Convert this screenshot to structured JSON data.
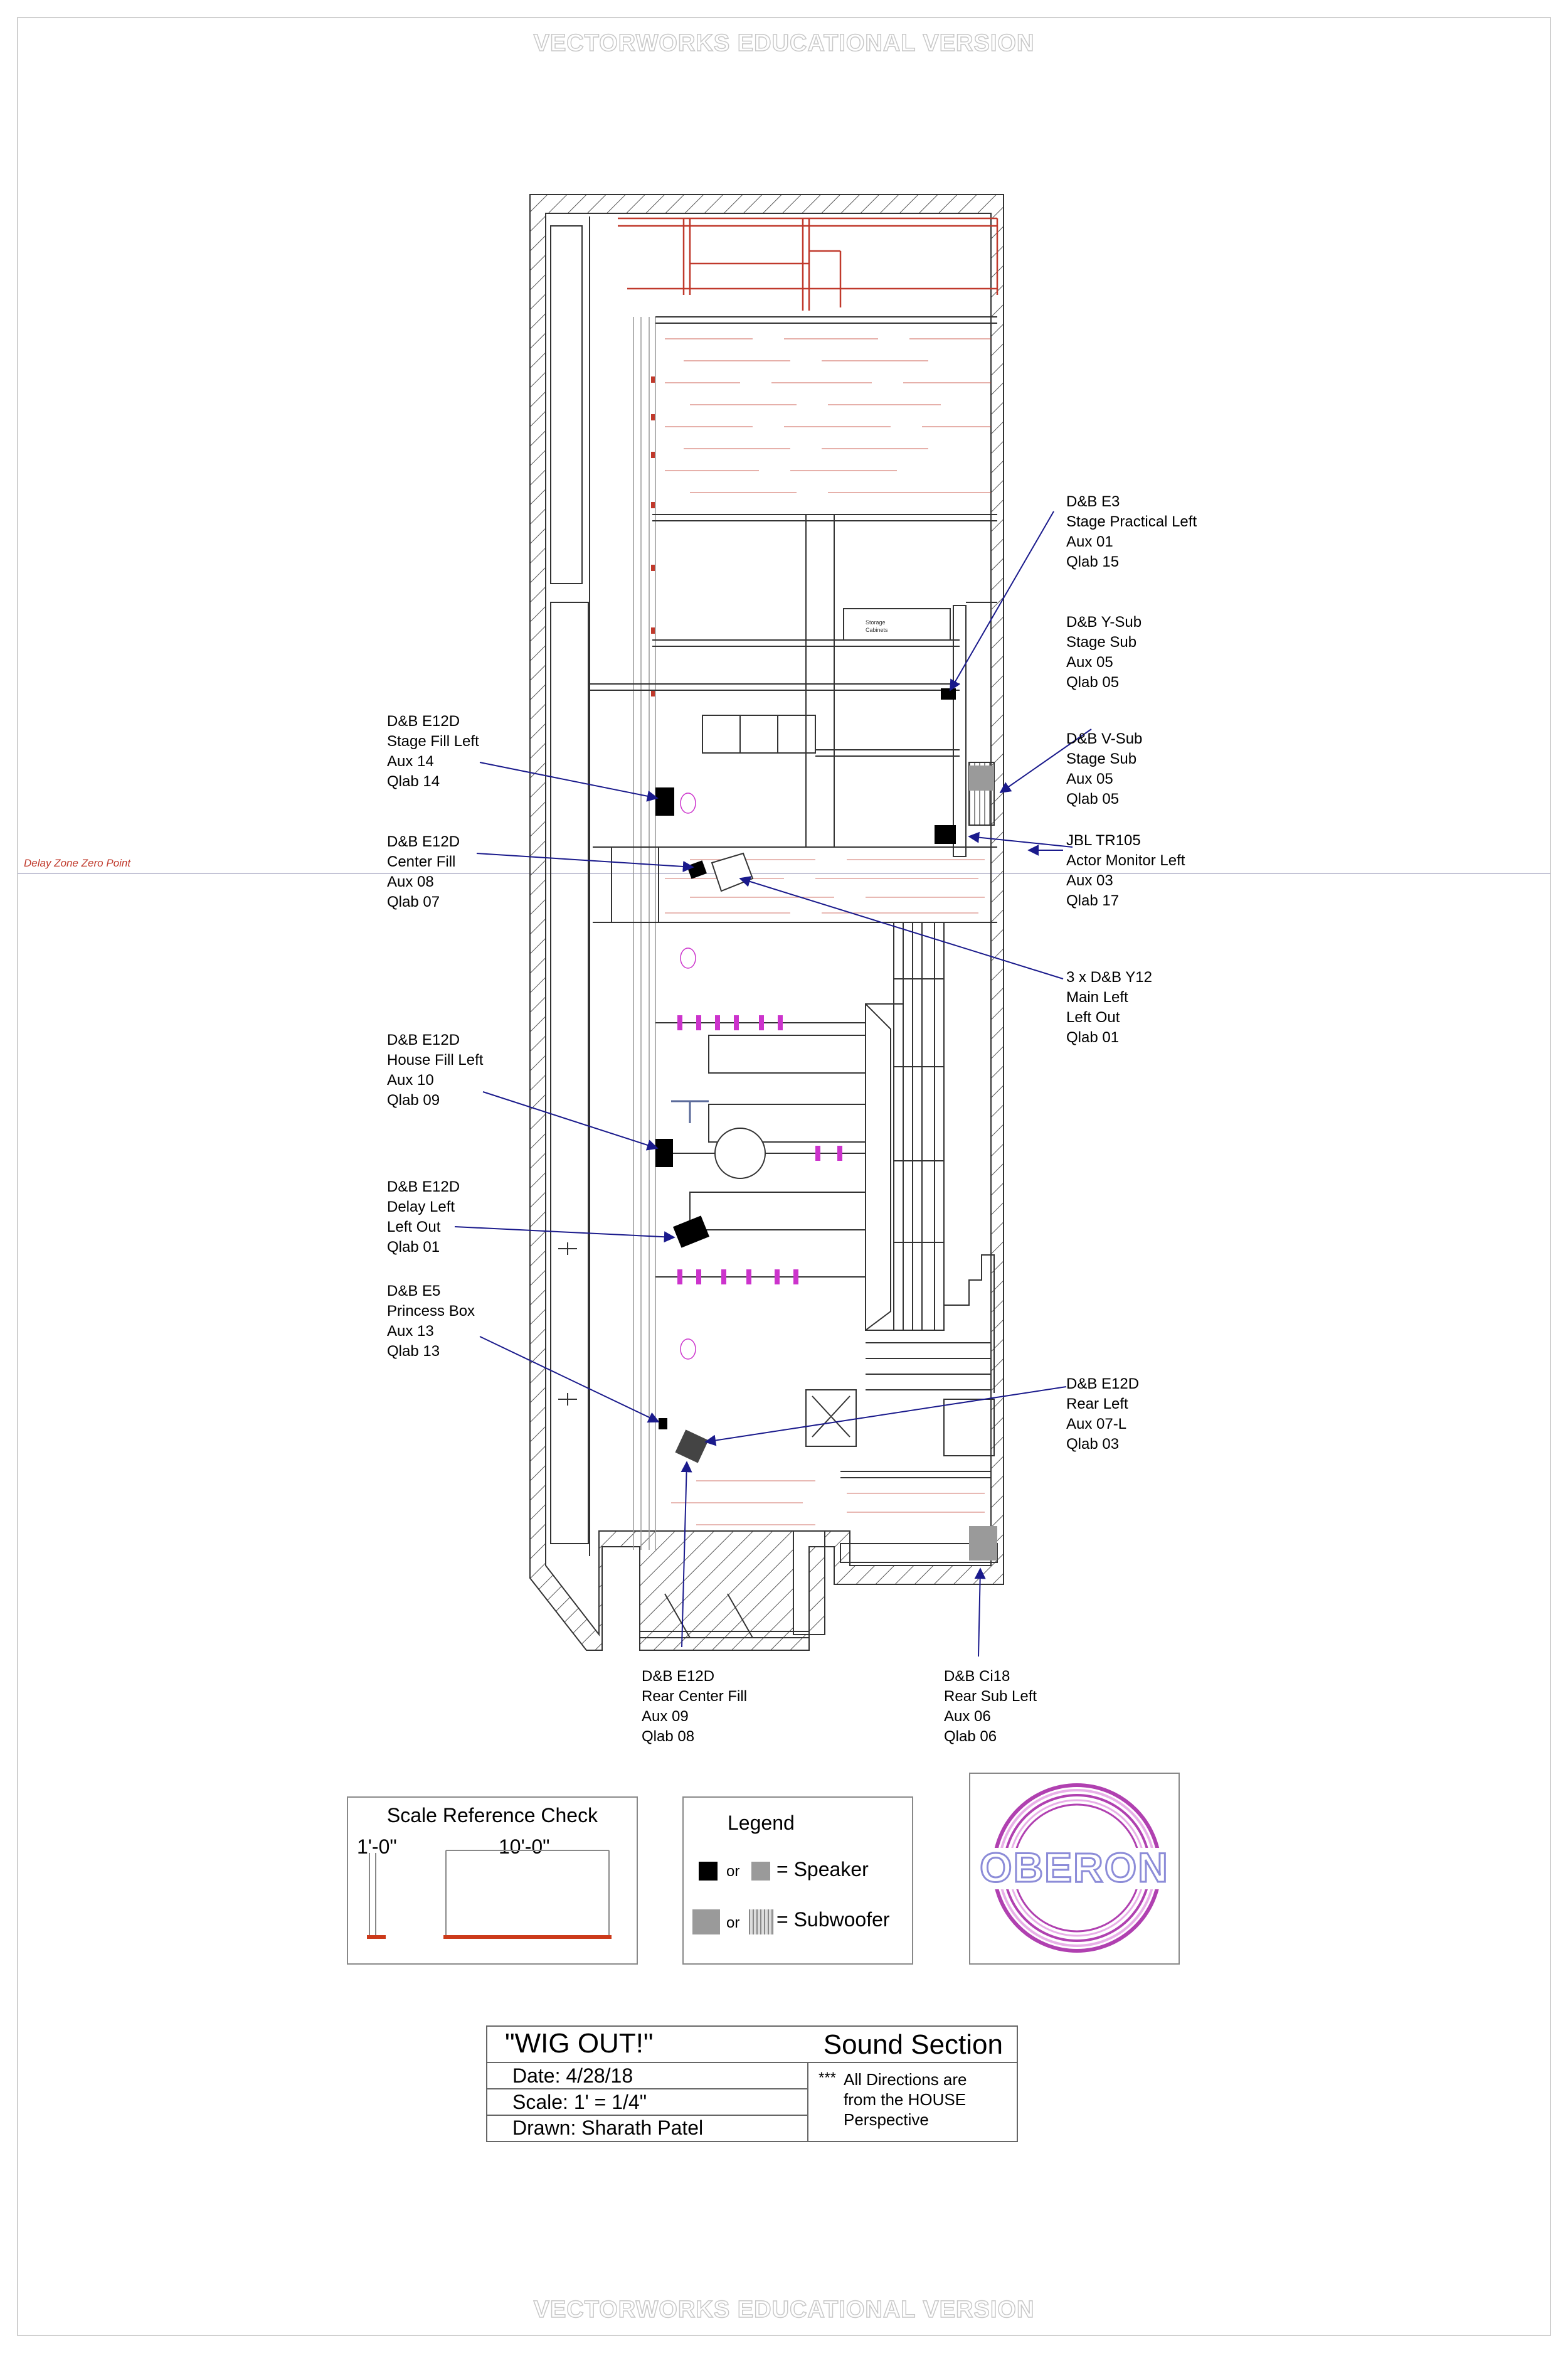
{
  "watermark": "VECTORWORKS EDUCATIONAL VERSION",
  "delay_zone_label": "Delay Zone Zero Point",
  "speaker_labels": [
    {
      "id": "e3-practical-left",
      "lines": [
        "D&B E3",
        "Stage Practical Left",
        "Aux 01",
        "Qlab 15"
      ]
    },
    {
      "id": "y-sub-stage",
      "lines": [
        "D&B Y-Sub",
        "Stage Sub",
        "Aux 05",
        "Qlab 05"
      ]
    },
    {
      "id": "v-sub-stage",
      "lines": [
        "D&B V-Sub",
        "Stage Sub",
        "Aux 05",
        "Qlab 05"
      ]
    },
    {
      "id": "jbl-actor-monitor-left",
      "lines": [
        "JBL TR105",
        "Actor Monitor Left",
        "Aux 03",
        "Qlab 17"
      ]
    },
    {
      "id": "y12-main-left",
      "lines": [
        "3 x D&B Y12",
        "Main Left",
        "Left Out",
        "Qlab 01"
      ]
    },
    {
      "id": "e12d-stage-fill-left",
      "lines": [
        "D&B E12D",
        "Stage Fill Left",
        "Aux 14",
        "Qlab 14"
      ]
    },
    {
      "id": "e12d-center-fill",
      "lines": [
        "D&B E12D",
        "Center Fill",
        "Aux 08",
        "Qlab 07"
      ]
    },
    {
      "id": "e12d-house-fill-left",
      "lines": [
        "D&B E12D",
        "House Fill Left",
        "Aux 10",
        "Qlab 09"
      ]
    },
    {
      "id": "e12d-delay-left",
      "lines": [
        "D&B E12D",
        "Delay Left",
        "Left Out",
        "Qlab 01"
      ]
    },
    {
      "id": "e5-princess-box",
      "lines": [
        "D&B E5",
        "Princess Box",
        "Aux 13",
        "Qlab 13"
      ]
    },
    {
      "id": "e12d-rear-left",
      "lines": [
        "D&B E12D",
        "Rear Left",
        "Aux 07-L",
        "Qlab 03"
      ]
    },
    {
      "id": "e12d-rear-center-fill",
      "lines": [
        "D&B E12D",
        "Rear Center Fill",
        "Aux 09",
        "Qlab 08"
      ]
    },
    {
      "id": "ci18-rear-sub-left",
      "lines": [
        "D&B Ci18",
        "Rear Sub Left",
        "Aux 06",
        "Qlab 06"
      ]
    }
  ],
  "storage_label": [
    "Storage",
    "Cabinets"
  ],
  "scale_check": {
    "title": "Scale Reference Check",
    "one_foot": "1'-0\"",
    "ten_feet": "10'-0\""
  },
  "legend": {
    "title": "Legend",
    "or_1": "or",
    "speaker": "= Speaker",
    "or_2": "or",
    "subwoofer": "= Subwoofer"
  },
  "logo_text": "OBERON",
  "title_block": {
    "show": "\"WIG OUT!\"",
    "sheet": "Sound Section",
    "date": "Date: 4/28/18",
    "scale": "Scale: 1' = 1/4\"",
    "drawn": "Drawn: Sharath Patel",
    "note_stars": "***",
    "note_lines": [
      "All Directions are",
      "from the HOUSE",
      "Perspective"
    ]
  },
  "colors": {
    "wall_hatch": "#555555",
    "rigging": "#c0392b",
    "light_fixture": "#cc33cc",
    "leader": "#1a1a8c",
    "logo_ring": "#b040b0",
    "logo_text": "#8c8cd8"
  }
}
